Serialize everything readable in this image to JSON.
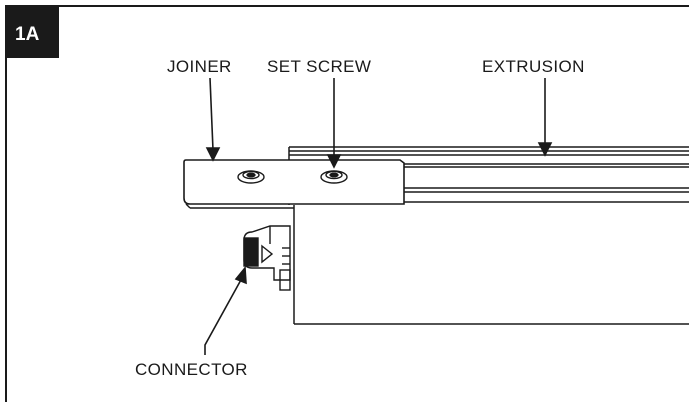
{
  "figure": {
    "step_label": "1A",
    "labels": {
      "joiner": "JOINER",
      "set_screw": "SET SCREW",
      "extrusion": "EXTRUSION",
      "connector": "CONNECTOR"
    },
    "colors": {
      "line": "#1a1a1a",
      "badge": "#1a1a1a",
      "background": "#ffffff"
    }
  }
}
